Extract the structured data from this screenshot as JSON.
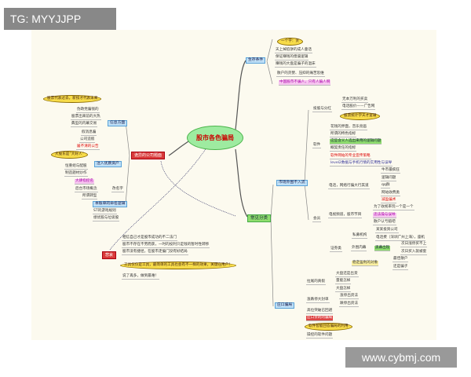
{
  "watermark_top": "TG: MYYJJPP",
  "watermark_bottom": "www.cybmj.com",
  "center": "股市各色骗局",
  "right_top": {
    "title": "生存条件",
    "items": [
      "一个字：贪",
      "天上掉馅饼的成人童话",
      "保证赚钱的傻逼逻辑",
      "赚钱的大盘是骗子的温床",
      "散户的贪婪、压抑的痛苦思维",
      "中国股市不骗人，只有人骗人啊"
    ]
  },
  "outer": {
    "title": "市场外围不入流",
    "a": "投股与分红",
    "a_items": [
      "无本万利的买卖",
      "电话股价——广告网",
      "股票统计学天才逻辑"
    ],
    "b": "软件",
    "b_items": [
      "花钱的界面，音乐亮画",
      "所谓的特色指标",
      "这些含义人选出来用的逻辑问题",
      "概契责任的指标",
      "软件网站的专业宣传策略",
      "level2数据与手机行情的实用性与误导"
    ]
  },
  "common": {
    "title": "常见分类",
    "member": "会员",
    "c": "电话，网络行骗大行其道",
    "c_items": [
      "牛市最疯狂",
      "逻辑问题",
      "qq群",
      "网站收费类",
      "减盈骗术"
    ],
    "d": "电视频道，股市节目",
    "d_items": [
      "为了收视率玩一个是一个",
      "违法操与误导",
      "散户认亏赔吧"
    ],
    "e": "证券类",
    "f": "私募机构",
    "f_items": [
      "某某投资公司",
      "电话费（深圳广州上海），座机"
    ],
    "g": "外围内幕",
    "g_mid": "黑幕出现",
    "g_items": [
      "次日涨停买不上",
      "次日买入就被套"
    ],
    "h": "稳定盈利的对象",
    "h_items": [
      "最佳散户",
      "还是骗子"
    ]
  },
  "zhuang": {
    "title": "庄口骗局",
    "i": "拉尾的真假",
    "i_items": [
      "大盘还是出货",
      "量能怎样",
      "大盘怎样"
    ],
    "j": "涨跌停大封单",
    "j_items": [
      "涨停出货法",
      "跌停出货法"
    ],
    "k": "高位突破已回避",
    "l": "庄口亲的的骗局",
    "m": "软件智能回答骗局的利用",
    "n": "操控的软件问题"
  },
  "company": {
    "title": "诡异的公司题面",
    "info": "信息方面",
    "info_items": [
      "股票代表过去，新技才代表未来",
      "伪政党骗钱的",
      "股票出来前的大热",
      "典型的内幕交易",
      "假消息骗",
      "公司造假",
      "屡不清的公告"
    ],
    "inject": "注入优质资产",
    "inject_items": [
      "大股东是“大好人”",
      "恒重组与配股",
      "制造题材炒作"
    ],
    "rename": "改名字",
    "rename_items": [
      "大肆指控名",
      "后台市场概念",
      "所谓转型"
    ],
    "logic": "本账单的命名逻辑",
    "logic_items": [
      "ST的游戏规则",
      "绩优股与垃圾股"
    ]
  },
  "sad": {
    "title": "悲哀",
    "items": [
      "相信自己才是股市成功的不二法门",
      "股市不存在不劳而获，一时的投利只是钱的暂时性转移",
      "股市没有捷径，在股市走偏门没有好结局",
      "工具仅仅是工具，最简单的工具也会有不一样的效果，关键在用户！",
      "说了再多，做到最难！"
    ]
  }
}
